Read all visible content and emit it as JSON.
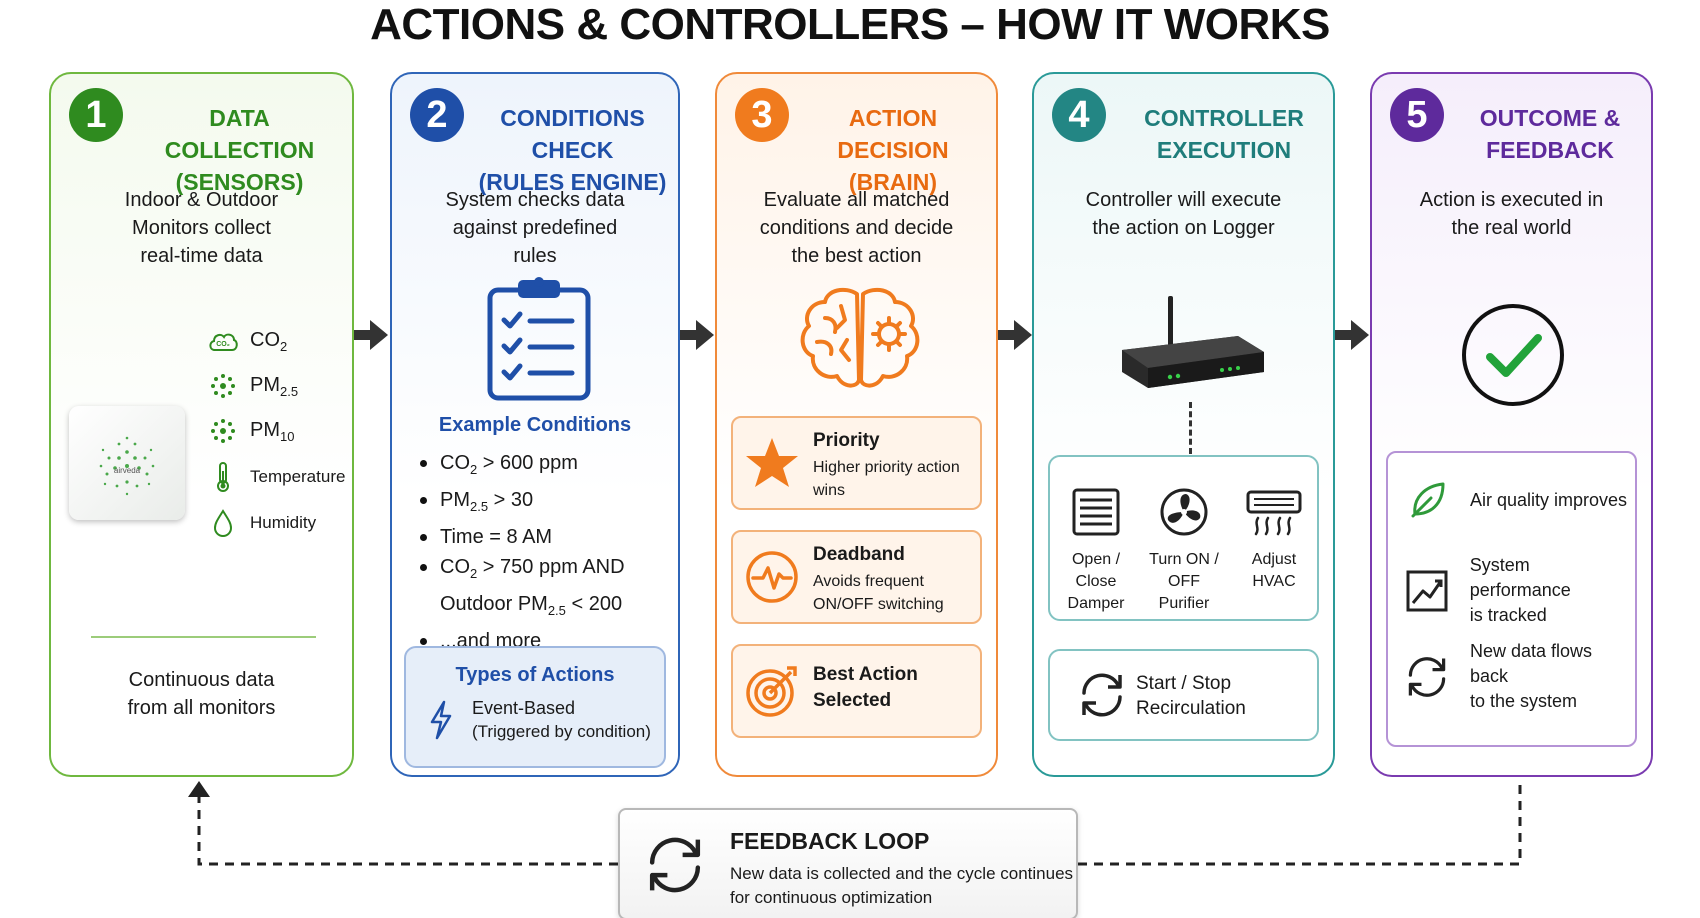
{
  "title": "ACTIONS & CONTROLLERS – HOW IT WORKS",
  "steps": [
    {
      "number": "1",
      "heading_line1": "DATA COLLECTION",
      "heading_line2": "(SENSORS)",
      "desc_line1": "Indoor & Outdoor",
      "desc_line2": "Monitors collect",
      "desc_line3": "real-time data",
      "sensors": {
        "co2": "CO",
        "co2_sub": "2",
        "pm25": "PM",
        "pm25_sub": "2.5",
        "pm10": "PM",
        "pm10_sub": "10",
        "temperature": "Temperature",
        "humidity": "Humidity"
      },
      "device_brand": "airveda",
      "footer_line1": "Continuous data",
      "footer_line2": "from all monitors",
      "color": "#2f8b1f"
    },
    {
      "number": "2",
      "heading_line1": "CONDITIONS CHECK",
      "heading_line2": "(RULES ENGINE)",
      "desc_line1": "System checks data",
      "desc_line2": "against predefined",
      "desc_line3": "rules",
      "conditions_title": "Example Conditions",
      "cond1_a": "CO",
      "cond1_sub": "2",
      "cond1_b": " > 600 ppm",
      "cond2_a": "PM",
      "cond2_sub": "2.5",
      "cond2_b": " > 30",
      "cond3": "Time = 8 AM",
      "cond4_a": "CO",
      "cond4_sub": "2",
      "cond4_b": " > 750 ppm AND",
      "cond4c_a": "Outdoor PM",
      "cond4c_sub": "2.5",
      "cond4c_b": " < 200",
      "cond5": "...and more",
      "types_title": "Types of Actions",
      "types_line1": "Event-Based",
      "types_line2": "(Triggered by condition)",
      "color": "#1f4fa8"
    },
    {
      "number": "3",
      "heading_line1": "ACTION DECISION",
      "heading_line2": "(BRAIN)",
      "desc_line1": "Evaluate all matched",
      "desc_line2": "conditions and decide",
      "desc_line3": "the best action",
      "priority_title": "Priority",
      "priority_line1": "Higher priority action",
      "priority_line2": "wins",
      "deadband_title": "Deadband",
      "deadband_line1": "Avoids frequent",
      "deadband_line2": "ON/OFF switching",
      "best_line1": "Best Action",
      "best_line2": "Selected",
      "color": "#f07b1e"
    },
    {
      "number": "4",
      "heading_line1": "CONTROLLER",
      "heading_line2": "EXECUTION",
      "desc_line1": "Controller will execute",
      "desc_line2": "the action on Logger",
      "damper_line1": "Open / Close",
      "damper_line2": "Damper",
      "purifier_line1": "Turn ON / OFF",
      "purifier_line2": "Purifier",
      "hvac_line1": "Adjust",
      "hvac_line2": "HVAC",
      "recirc_line1": "Start / Stop",
      "recirc_line2": "Recirculation",
      "color": "#238684"
    },
    {
      "number": "5",
      "heading_line1": "OUTCOME &",
      "heading_line2": "FEEDBACK",
      "desc_line1": "Action is executed in",
      "desc_line2": "the real world",
      "out1": "Air quality improves",
      "out2_line1": "System performance",
      "out2_line2": "is tracked",
      "out3_line1": "New data flows back",
      "out3_line2": "to the system",
      "color": "#5e2a9c"
    }
  ],
  "feedback": {
    "title": "FEEDBACK LOOP",
    "line1": "New data is collected and the cycle continues",
    "line2": "for continuous optimization"
  }
}
